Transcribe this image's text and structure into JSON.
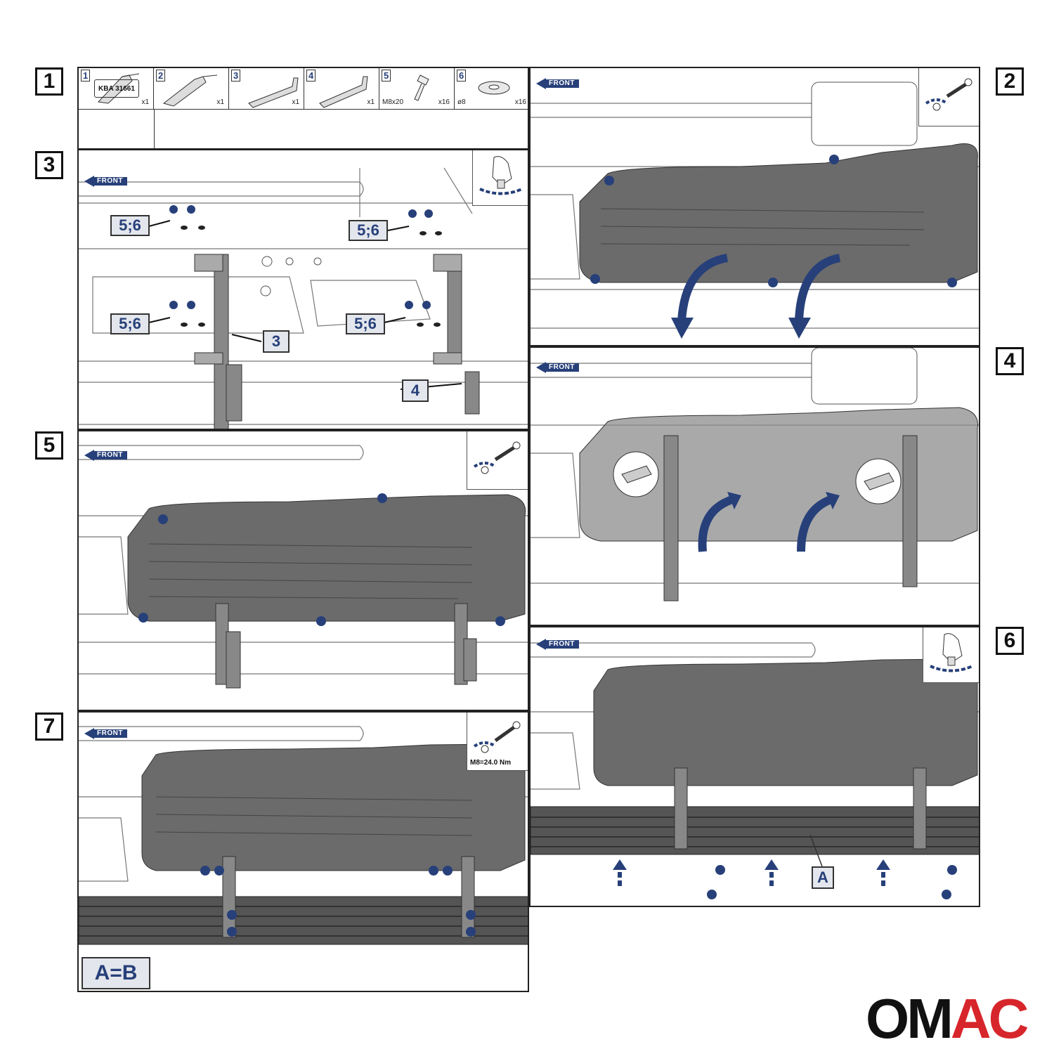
{
  "steps": [
    "1",
    "2",
    "3",
    "4",
    "5",
    "6",
    "7"
  ],
  "front_label": "FRONT",
  "parts": [
    {
      "num": "1",
      "spec": "",
      "qty": "x1"
    },
    {
      "num": "2",
      "spec": "",
      "qty": "x1"
    },
    {
      "num": "3",
      "spec": "",
      "qty": "x1"
    },
    {
      "num": "4",
      "spec": "",
      "qty": "x1"
    },
    {
      "num": "5",
      "spec": "M8x20",
      "qty": "x16"
    },
    {
      "num": "6",
      "spec": "ø8",
      "qty": "x16"
    }
  ],
  "kba": "KBA 31661",
  "callouts": {
    "bolt_washer": "5;6",
    "bracket_3": "3",
    "bracket_4": "4",
    "point_a": "A",
    "equal": "A=B"
  },
  "torque": "M8=24.0 Nm",
  "brand": {
    "prefix": "OM",
    "suffix": "AC"
  },
  "colors": {
    "accent": "#27407a",
    "shield": "#6b6b6b",
    "brand_red": "#d7262b"
  }
}
